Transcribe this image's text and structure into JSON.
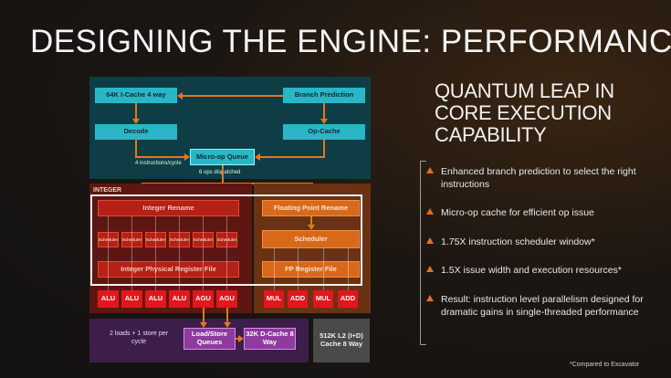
{
  "title": "DESIGNING THE ENGINE: PERFORMANCE",
  "headline": [
    "QUANTUM LEAP IN",
    "CORE EXECUTION",
    "CAPABILITY"
  ],
  "bullets": [
    "Enhanced branch prediction to select the right instructions",
    "Micro-op cache for efficient op issue",
    "1.75X instruction scheduler window*",
    "1.5X issue width and execution resources*",
    "Result: instruction level parallelism designed for dramatic gains in single-threaded performance"
  ],
  "footnote": "*Compared to Excavator",
  "diagram": {
    "icache": "64K I-Cache 4 way",
    "branch": "Branch Prediction",
    "decode": "Decode",
    "opcache": "Op-Cache",
    "microop": "Micro-op Queue",
    "instr_cycle": "4 instructions/cycle",
    "ops_dispatched": "6 ops dispatched",
    "integer_label": "INTEGER",
    "int_rename": "Integer Rename",
    "scheduler_small": [
      "Scheduler",
      "Scheduler",
      "Scheduler",
      "Scheduler",
      "Scheduler",
      "Scheduler"
    ],
    "int_prf": "Integer Physical Register File",
    "fp_rename": "Floating Point Rename",
    "fp_scheduler": "Scheduler",
    "fp_rf": "FP Register File",
    "int_units": [
      "ALU",
      "ALU",
      "ALU",
      "ALU",
      "AGU",
      "AGU"
    ],
    "fp_units": [
      "MUL",
      "ADD",
      "MUL",
      "ADD"
    ],
    "loads_note": "2 loads + 1 store per cycle",
    "lsq": "Load/Store Queues",
    "dcache": "32K D-Cache 8 Way",
    "l2": "512K L2 (I+D) Cache 8 Way"
  }
}
